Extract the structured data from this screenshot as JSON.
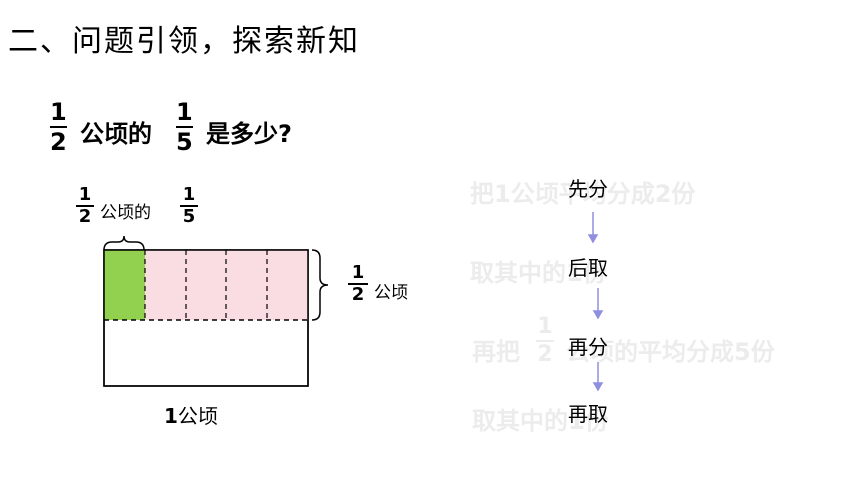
{
  "title": "二、问题引领，探索新知",
  "question": {
    "frac1": {
      "num": "1",
      "den": "2"
    },
    "text1": "公顷的",
    "frac2": {
      "num": "1",
      "den": "5"
    },
    "text2": "是多少?"
  },
  "diagram": {
    "top_label": {
      "frac1": {
        "num": "1",
        "den": "2"
      },
      "text": "公顷的",
      "frac2": {
        "num": "1",
        "den": "5"
      }
    },
    "right_label": {
      "frac": {
        "num": "1",
        "den": "2"
      },
      "text": "公顷"
    },
    "bottom_label": {
      "num": "1",
      "text": "公顷"
    },
    "colors": {
      "green": "#92d050",
      "pink": "#f9dde2"
    }
  },
  "steps": [
    {
      "label": "先分",
      "ghost": "把1公顷平均分成2份"
    },
    {
      "label": "后取",
      "ghost": "取其中的1份"
    },
    {
      "label": "再分",
      "ghost_pre": "再把",
      "ghost_frac": {
        "num": "1",
        "den": "2"
      },
      "ghost_post": "公顷的平均分成5份"
    },
    {
      "label": "再取",
      "ghost": "取其中的1份"
    }
  ]
}
